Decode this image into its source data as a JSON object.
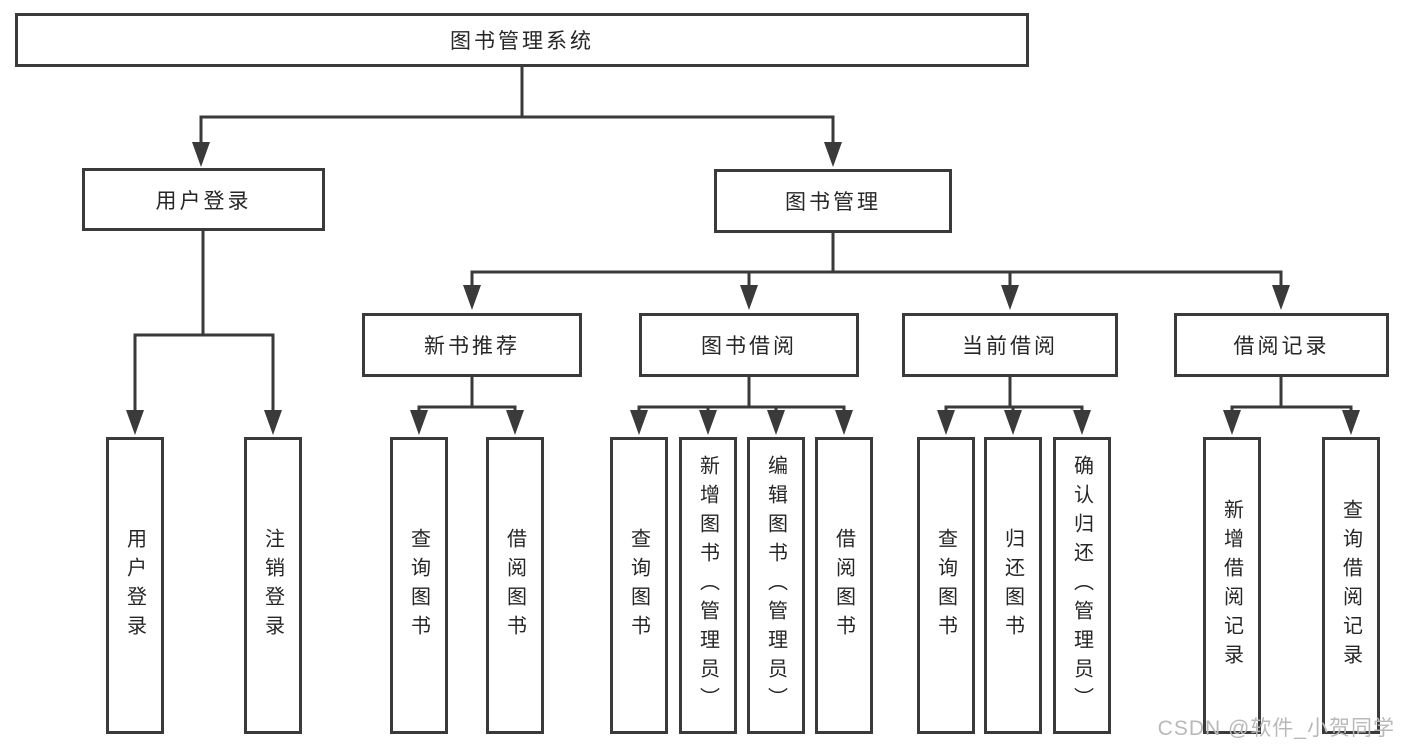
{
  "watermark": {
    "text": "CSDN @软件_小贺同学"
  },
  "colors": {
    "line": "#3a3a3a",
    "text": "#262626",
    "box_background": "#ffffff",
    "page_background": "#ffffff",
    "watermark": "#b9b9b9"
  },
  "tree": {
    "root": {
      "label": "图书管理系统",
      "children": [
        {
          "label": "用户登录",
          "children": [
            {
              "label": "用户登录"
            },
            {
              "label": "注销登录"
            }
          ]
        },
        {
          "label": "图书管理",
          "children": [
            {
              "label": "新书推荐",
              "children": [
                {
                  "label": "查询图书"
                },
                {
                  "label": "借阅图书"
                }
              ]
            },
            {
              "label": "图书借阅",
              "children": [
                {
                  "label": "查询图书"
                },
                {
                  "label": "新增图书（管理员）"
                },
                {
                  "label": "编辑图书（管理员）"
                },
                {
                  "label": "借阅图书"
                }
              ]
            },
            {
              "label": "当前借阅",
              "children": [
                {
                  "label": "查询图书"
                },
                {
                  "label": "归还图书"
                },
                {
                  "label": "确认归还（管理员）"
                }
              ]
            },
            {
              "label": "借阅记录",
              "children": [
                {
                  "label": "新增借阅记录"
                },
                {
                  "label": "查询借阅记录"
                }
              ]
            }
          ]
        }
      ]
    }
  }
}
